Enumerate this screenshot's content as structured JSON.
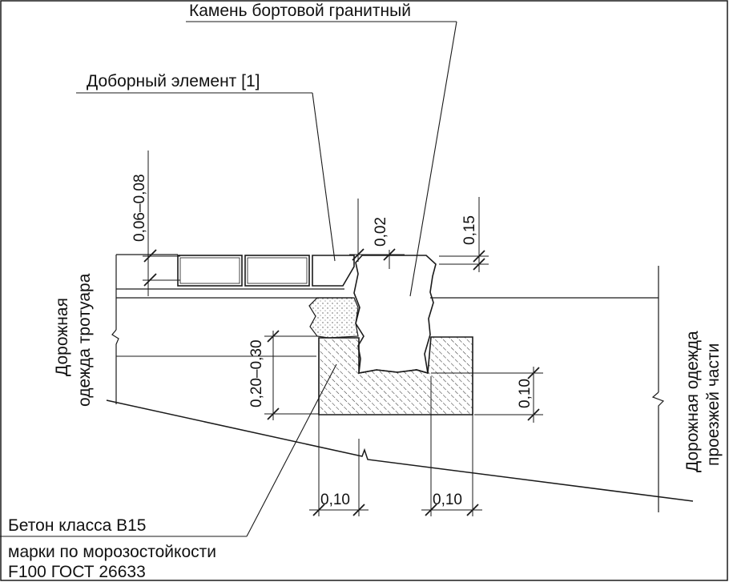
{
  "labels": {
    "granite_curb": "Камень бортовой гранитный",
    "additional_element": "Доборный элемент [1]",
    "sidewalk_pavement_line1": "Дорожная",
    "sidewalk_pavement_line2": "одежда тротуара",
    "roadway_pavement_line1": "Дорожная одежда",
    "roadway_pavement_line2": "проезжей части",
    "concrete_line1": "Бетон класса В15",
    "concrete_line2": "марки по морозостойкости",
    "concrete_line3": "F100 ГОСТ 26633"
  },
  "dimensions": {
    "paving_thickness": "0,06–0,08",
    "gap": "0,02",
    "curb_reveal": "0,15",
    "base_thickness": "0,20–0,30",
    "curb_embed": "0,10",
    "base_left_offset": "0,10",
    "base_right_offset": "0,10"
  },
  "colors": {
    "line": "#1a1a1a",
    "background": "#ffffff",
    "hatch": "#333333"
  }
}
